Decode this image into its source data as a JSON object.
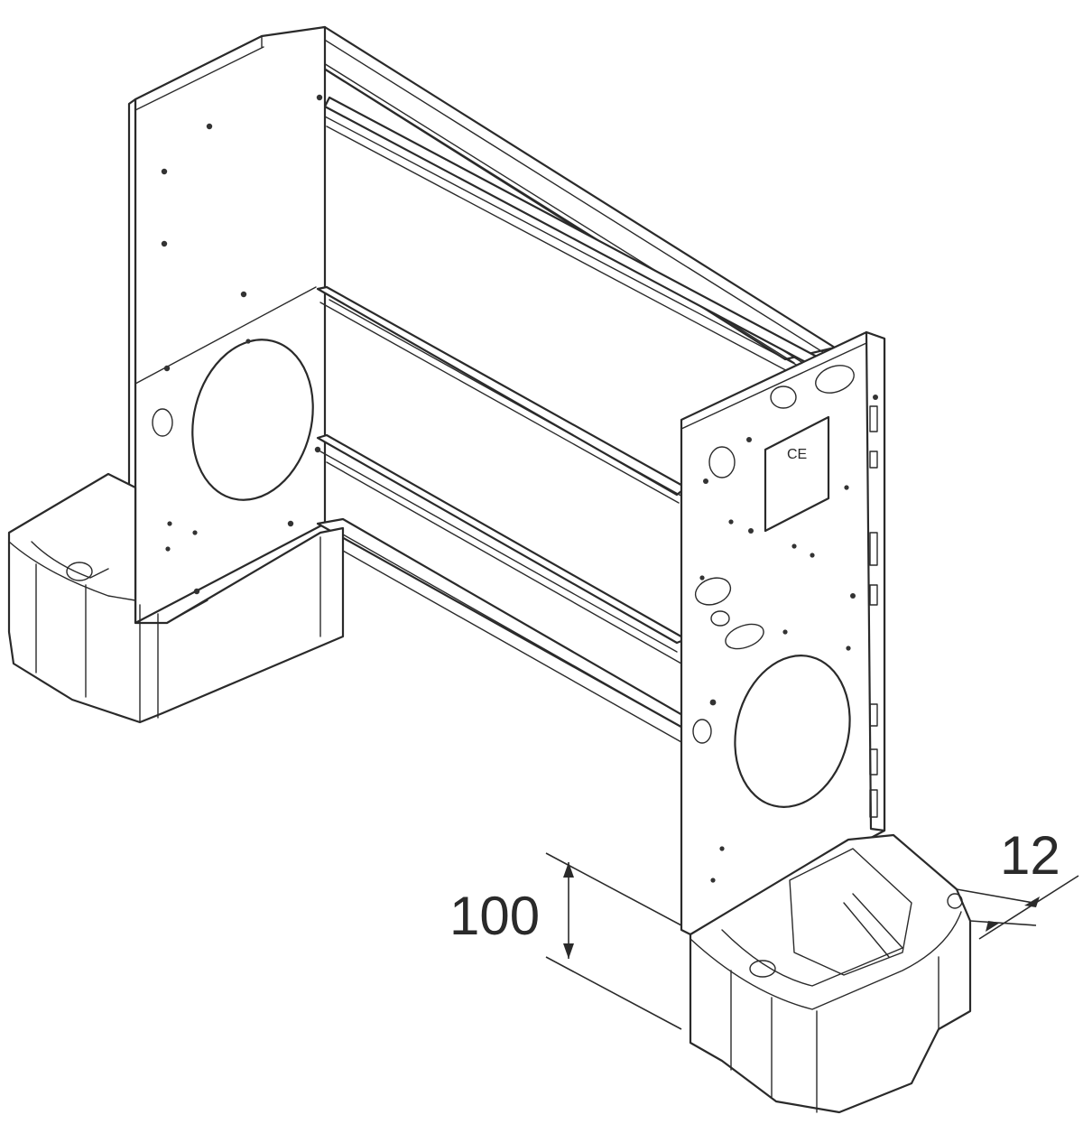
{
  "dimensions": {
    "height_label": "100",
    "offset_label": "12"
  },
  "marking": {
    "plate_text": "CE"
  },
  "colors": {
    "line": "#2a2a2a",
    "background": "#ffffff"
  }
}
